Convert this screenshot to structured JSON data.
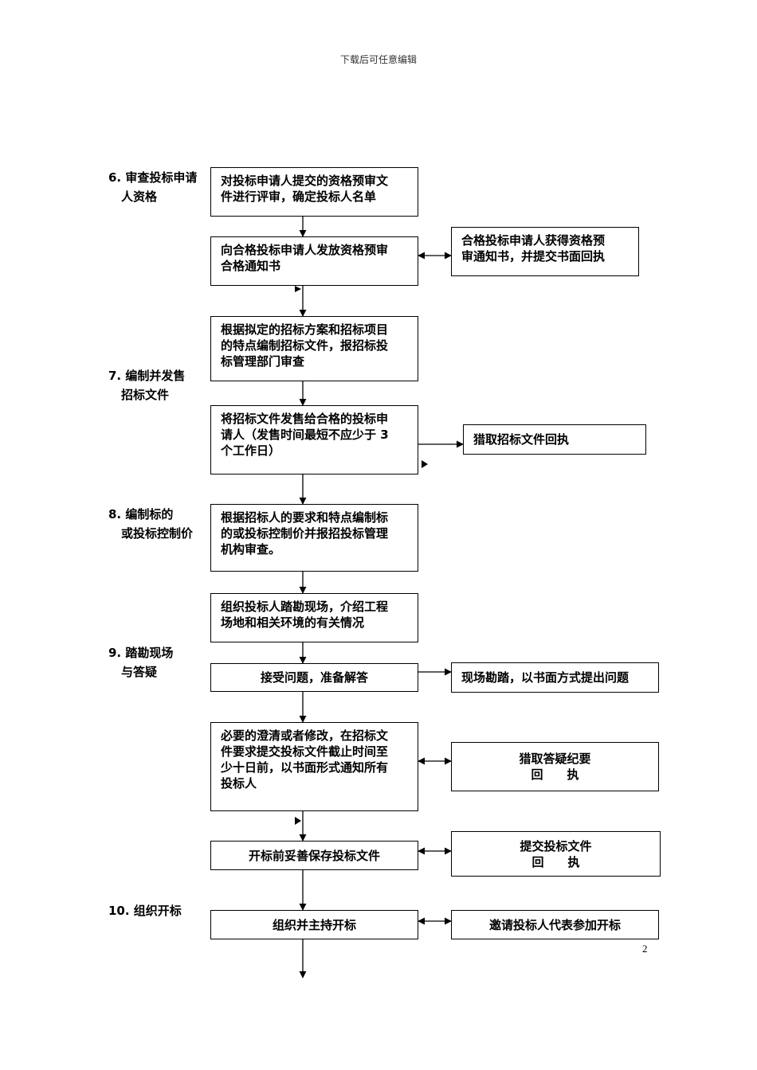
{
  "header": "下载后可任意编辑",
  "page_number": "2",
  "stages": {
    "s6": [
      "6. 审查投标申请",
      "人资格"
    ],
    "s7": [
      "7. 编制并发售",
      "招标文件"
    ],
    "s8": [
      "8. 编制标的",
      "或投标控制价"
    ],
    "s9": [
      "9. 踏勘现场",
      "与答疑"
    ],
    "s10": [
      "10. 组织开标"
    ]
  },
  "main": {
    "b1": [
      "对投标申请人提交的资格预审文",
      "件进行评审，确定投标人名单"
    ],
    "b2": [
      "向合格投标申请人发放资格预审",
      "合格通知书"
    ],
    "b3": [
      "根据拟定的招标方案和招标项目",
      "的特点编制招标文件，报招标投",
      "标管理部门审查"
    ],
    "b4": [
      "将招标文件发售给合格的投标申",
      "请人（发售时间最短不应少于 3",
      "个工作日）"
    ],
    "b5": [
      "根据招标人的要求和特点编制标",
      "的或投标控制价并报招投标管理",
      "机构审查。"
    ],
    "b6": [
      "组织投标人踏勘现场，介绍工程",
      "场地和相关环境的有关情况"
    ],
    "b7": [
      "接受问题，准备解答"
    ],
    "b8": [
      "必要的澄清或者修改，在招标文",
      "件要求提交投标文件截止时间至",
      "少十日前，以书面形式通知所有",
      "投标人"
    ],
    "b9": [
      "开标前妥善保存投标文件"
    ],
    "b10": [
      "组织并主持开标"
    ]
  },
  "side": {
    "r1": [
      "合格投标申请人获得资格预",
      "审通知书，并提交书面回执"
    ],
    "r2": [
      "猎取招标文件回执"
    ],
    "r3": [
      "现场勘踏，以书面方式提出问题"
    ],
    "r4": [
      "猎取答疑纪要",
      "回　　执"
    ],
    "r5": [
      "提交投标文件",
      "回　　执"
    ],
    "r6": [
      "邀请投标人代表参加开标"
    ]
  }
}
